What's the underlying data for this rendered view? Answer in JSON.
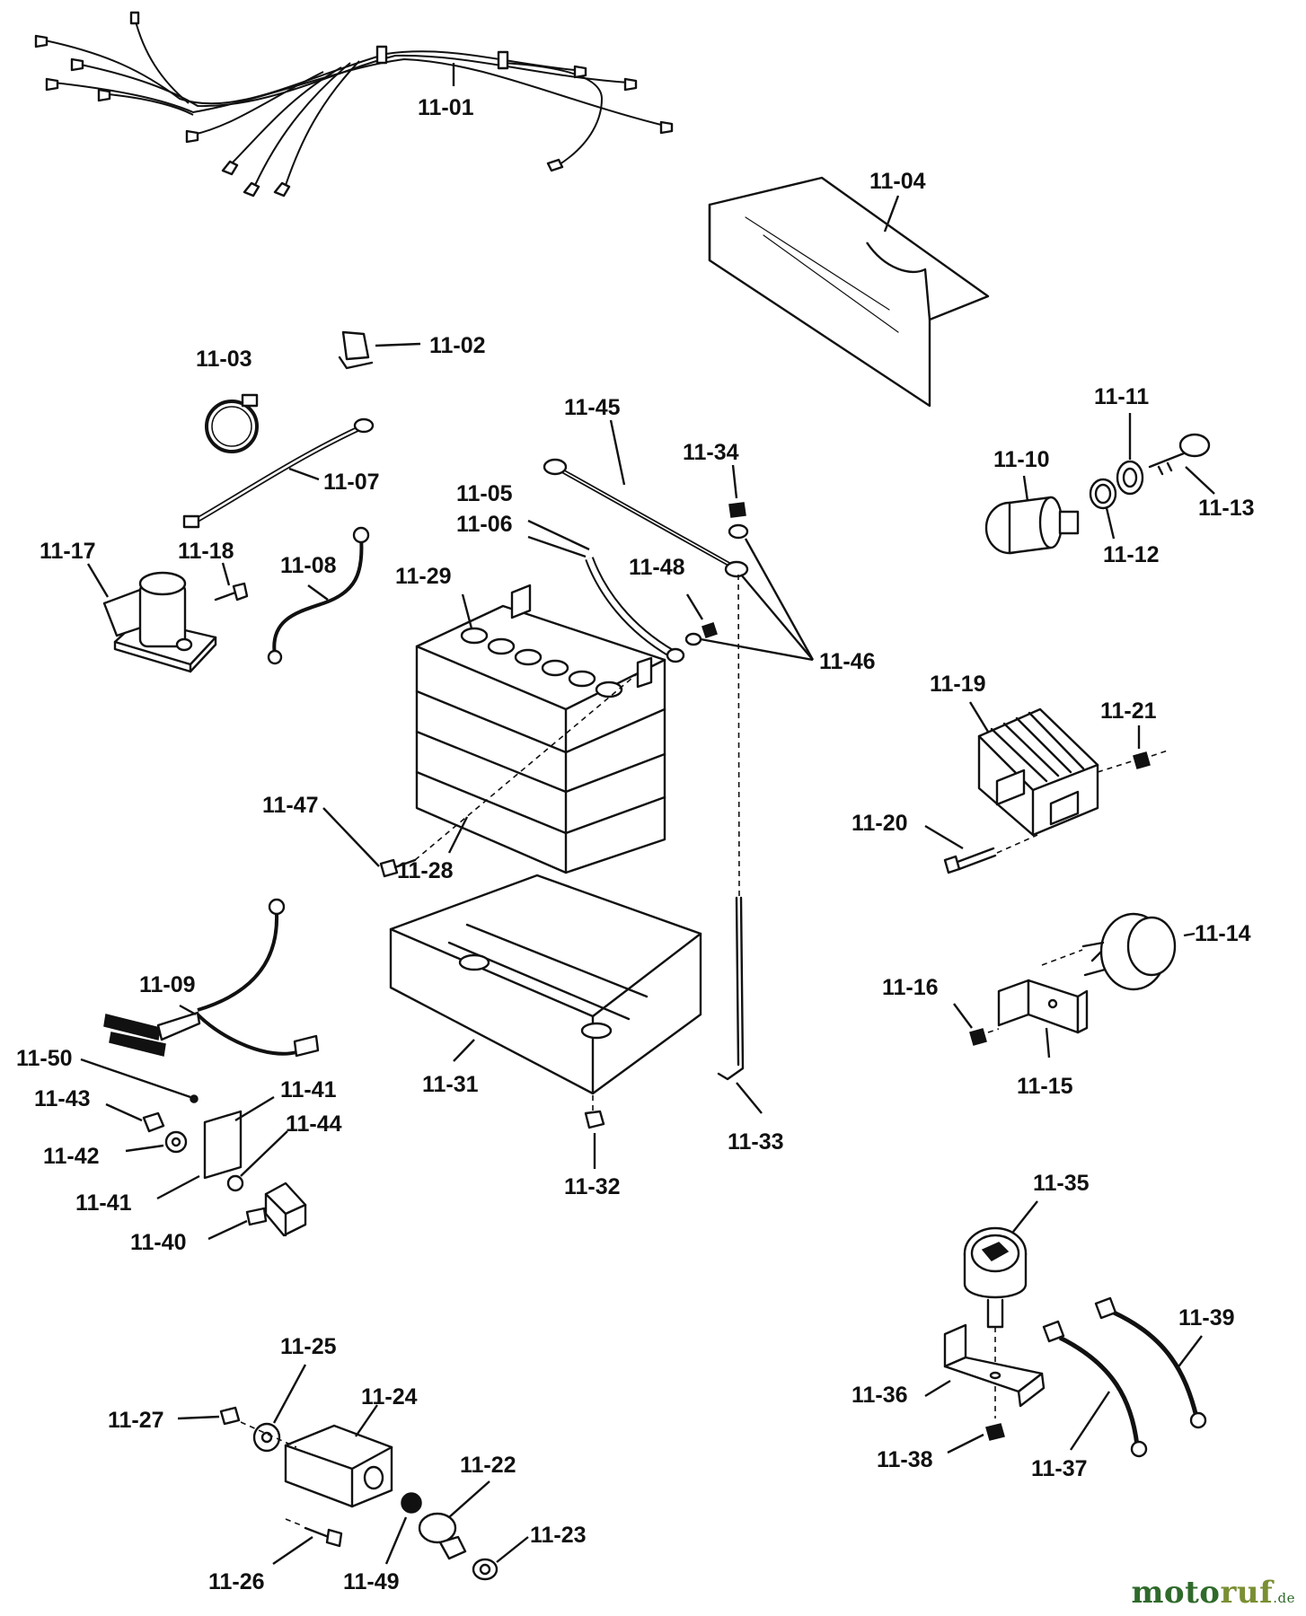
{
  "labels": {
    "l1101": "11-01",
    "l1102": "11-02",
    "l1103": "11-03",
    "l1104": "11-04",
    "l1105": "11-05",
    "l1106": "11-06",
    "l1107": "11-07",
    "l1108": "11-08",
    "l1109": "11-09",
    "l1110": "11-10",
    "l1111": "11-11",
    "l1112": "11-12",
    "l1113": "11-13",
    "l1114": "11-14",
    "l1115": "11-15",
    "l1116": "11-16",
    "l1117": "11-17",
    "l1118": "11-18",
    "l1119": "11-19",
    "l1120": "11-20",
    "l1121": "11-21",
    "l1122": "11-22",
    "l1123": "11-23",
    "l1124": "11-24",
    "l1125": "11-25",
    "l1126": "11-26",
    "l1127": "11-27",
    "l1128": "11-28",
    "l1129": "11-29",
    "l1131": "11-31",
    "l1132": "11-32",
    "l1133": "11-33",
    "l1134": "11-34",
    "l1135": "11-35",
    "l1136": "11-36",
    "l1137": "11-37",
    "l1138": "11-38",
    "l1139": "11-39",
    "l1140": "11-40",
    "l1141a": "11-41",
    "l1141b": "11-41",
    "l1142": "11-42",
    "l1143": "11-43",
    "l1144": "11-44",
    "l1145": "11-45",
    "l1146": "11-46",
    "l1147": "11-47",
    "l1148": "11-48",
    "l1149": "11-49",
    "l1150": "11-50"
  },
  "watermark": {
    "part1": "moto",
    "part2": "ruf",
    "tld": ".de"
  }
}
